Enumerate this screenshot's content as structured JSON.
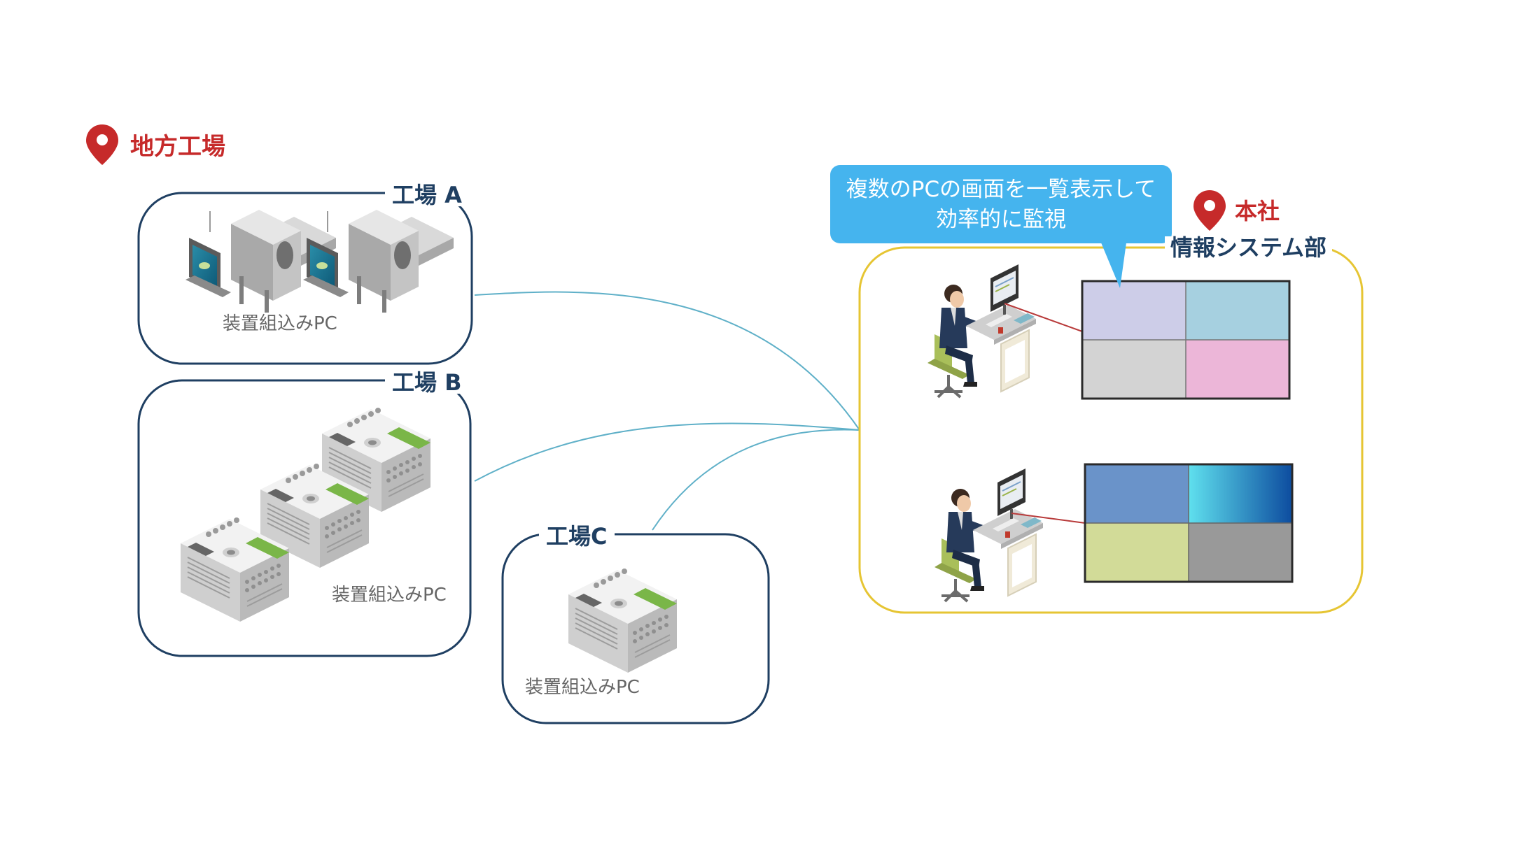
{
  "region": {
    "label": "地方工場"
  },
  "factories": [
    {
      "id": "a",
      "title": "工場 A",
      "device_label": "装置組込みPC"
    },
    {
      "id": "b",
      "title": "工場 B",
      "device_label": "装置組込みPC"
    },
    {
      "id": "c",
      "title": "工場C",
      "device_label": "装置組込みPC"
    }
  ],
  "headquarters": {
    "title": "本社",
    "department": "情報システム部"
  },
  "callout": {
    "text": "複数のPCの画面を一覧表示して効率的に監視"
  },
  "colors": {
    "accent_red": "#c62a2a",
    "navy": "#1f3f62",
    "hq_border": "#e6c533",
    "callout_bg": "#45b4ee",
    "link_line": "#5fb0c8",
    "monitor_grid_1": [
      "#cdcde8",
      "#a6d0e0",
      "#d3d3d3",
      "#ecb6d8"
    ],
    "monitor_grid_2": [
      "#6a93c9",
      "gradient-cyan-to-navy",
      "#d2db98",
      "#999999"
    ]
  },
  "icons": [
    "map-pin-icon",
    "terminal-machine-icon",
    "plc-device-icon",
    "operator-at-desk-icon",
    "monitor-wall-icon"
  ]
}
